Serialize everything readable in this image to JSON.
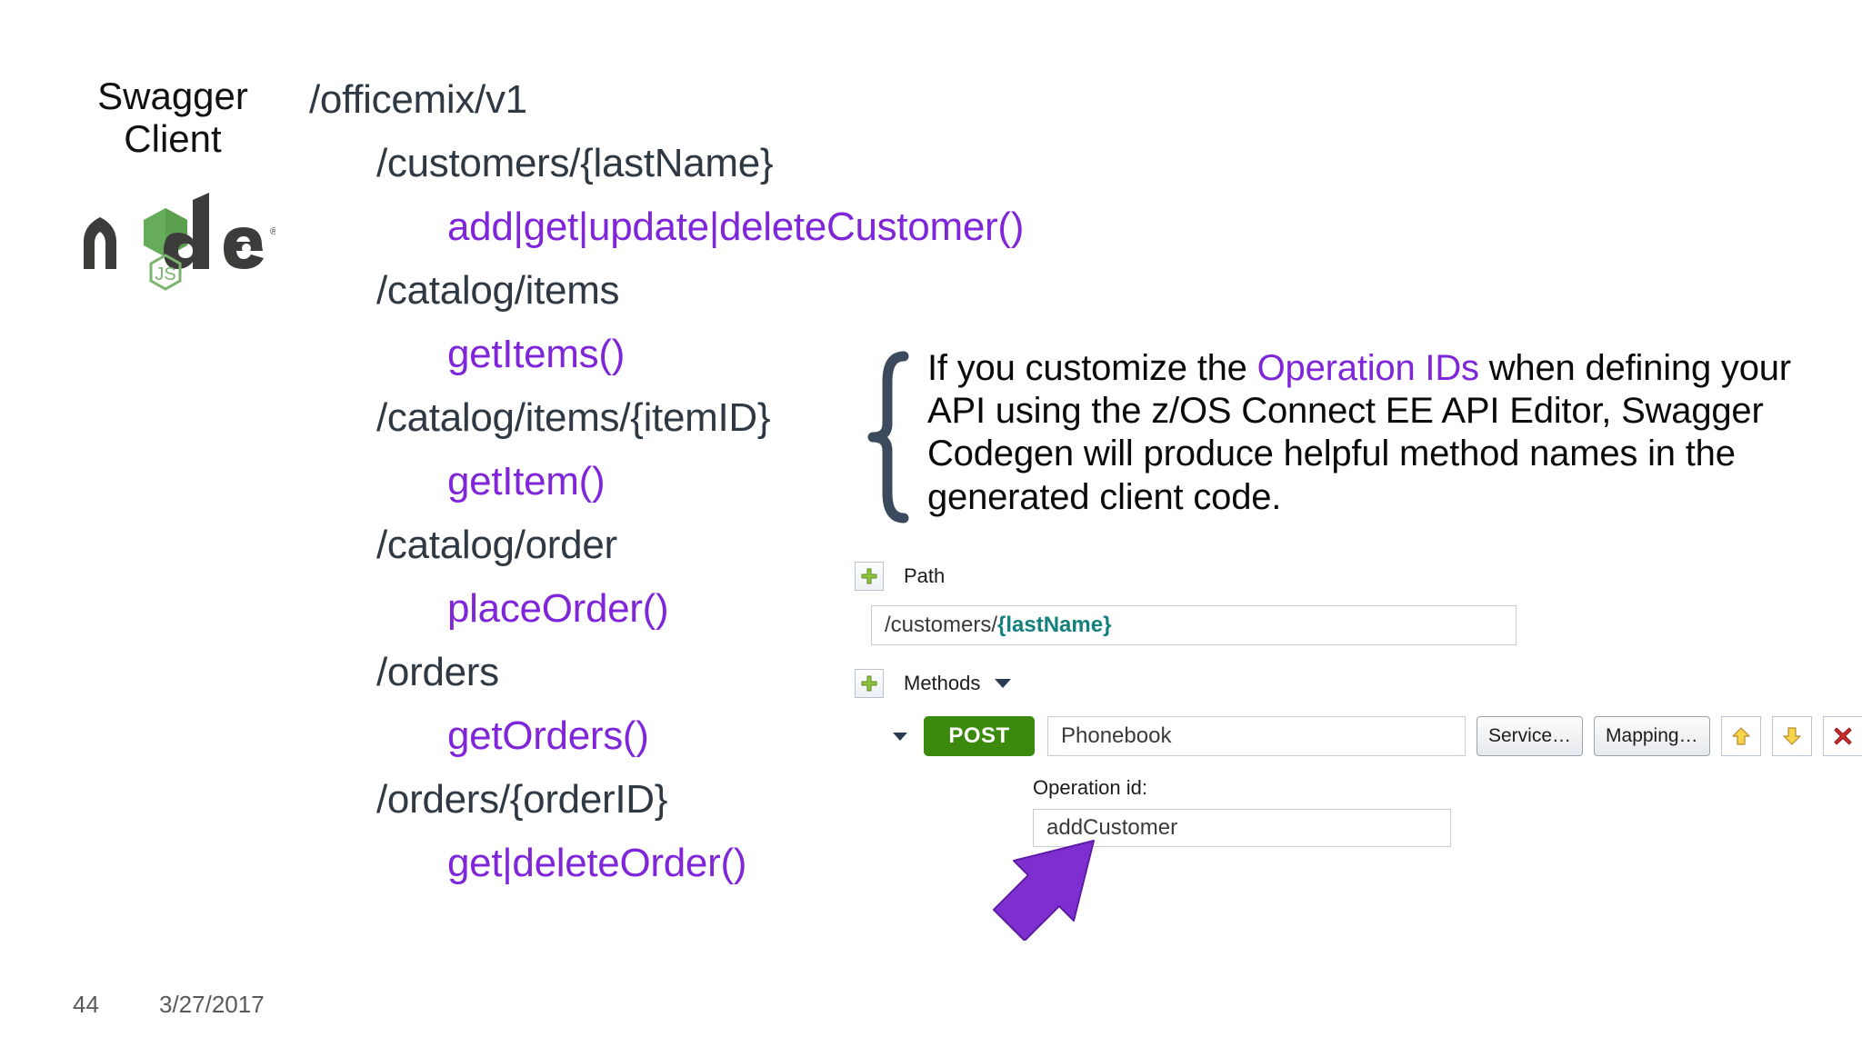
{
  "slide": {
    "background": "#ffffff",
    "accent_purple": "#7f26d9",
    "path_color": "#2f3943",
    "post_green": "#3b8a0d",
    "var_teal": "#13807d"
  },
  "left": {
    "title": "Swagger\nClient",
    "logo_name": "nodejs-logo",
    "logo_mark_text": "node",
    "logo_sub_text": "JS"
  },
  "api_tree": [
    {
      "level": 0,
      "kind": "path",
      "text": "/officemix/v1"
    },
    {
      "level": 1,
      "kind": "path",
      "text": "/customers/{lastName}"
    },
    {
      "level": 2,
      "kind": "op",
      "text": "add|get|update|deleteCustomer()"
    },
    {
      "level": 1,
      "kind": "path",
      "text": "/catalog/items"
    },
    {
      "level": 2,
      "kind": "op",
      "text": "getItems()"
    },
    {
      "level": 1,
      "kind": "path",
      "text": "/catalog/items/{itemID}"
    },
    {
      "level": 2,
      "kind": "op",
      "text": "getItem()"
    },
    {
      "level": 1,
      "kind": "path",
      "text": "/catalog/order"
    },
    {
      "level": 2,
      "kind": "op",
      "text": "placeOrder()"
    },
    {
      "level": 1,
      "kind": "path",
      "text": "/orders"
    },
    {
      "level": 2,
      "kind": "op",
      "text": "getOrders()"
    },
    {
      "level": 1,
      "kind": "path",
      "text": "/orders/{orderID}"
    },
    {
      "level": 2,
      "kind": "op",
      "text": "get|deleteOrder()"
    }
  ],
  "callout": {
    "segment_1": "If you customize the ",
    "highlight": "Operation IDs",
    "segment_2": " when defining your API using the z/OS Connect EE API Editor, Swagger Codegen will produce helpful method names in the generated client code.",
    "brace_name": "left-curly-brace"
  },
  "editor": {
    "path_add_icon": "plus-icon",
    "path_label": "Path",
    "path_value_prefix": "/customers/",
    "path_value_variable": "{lastName}",
    "methods_add_icon": "plus-icon",
    "methods_label": "Methods",
    "methods_chevron": "chevron-down-icon",
    "method": {
      "expand_chevron": "chevron-down-icon",
      "verb": "POST",
      "name_value": "Phonebook",
      "service_button": "Service…",
      "mapping_button": "Mapping…",
      "move_up_icon": "arrow-up-icon",
      "move_down_icon": "arrow-down-icon",
      "delete_icon": "close-x-icon"
    },
    "operation_id_label": "Operation id:",
    "operation_id_value": "addCustomer"
  },
  "annotation": {
    "arrow_name": "purple-callout-arrow",
    "arrow_color": "#7f2fd0"
  },
  "footer": {
    "slide_number": "44",
    "date": "3/27/2017"
  }
}
